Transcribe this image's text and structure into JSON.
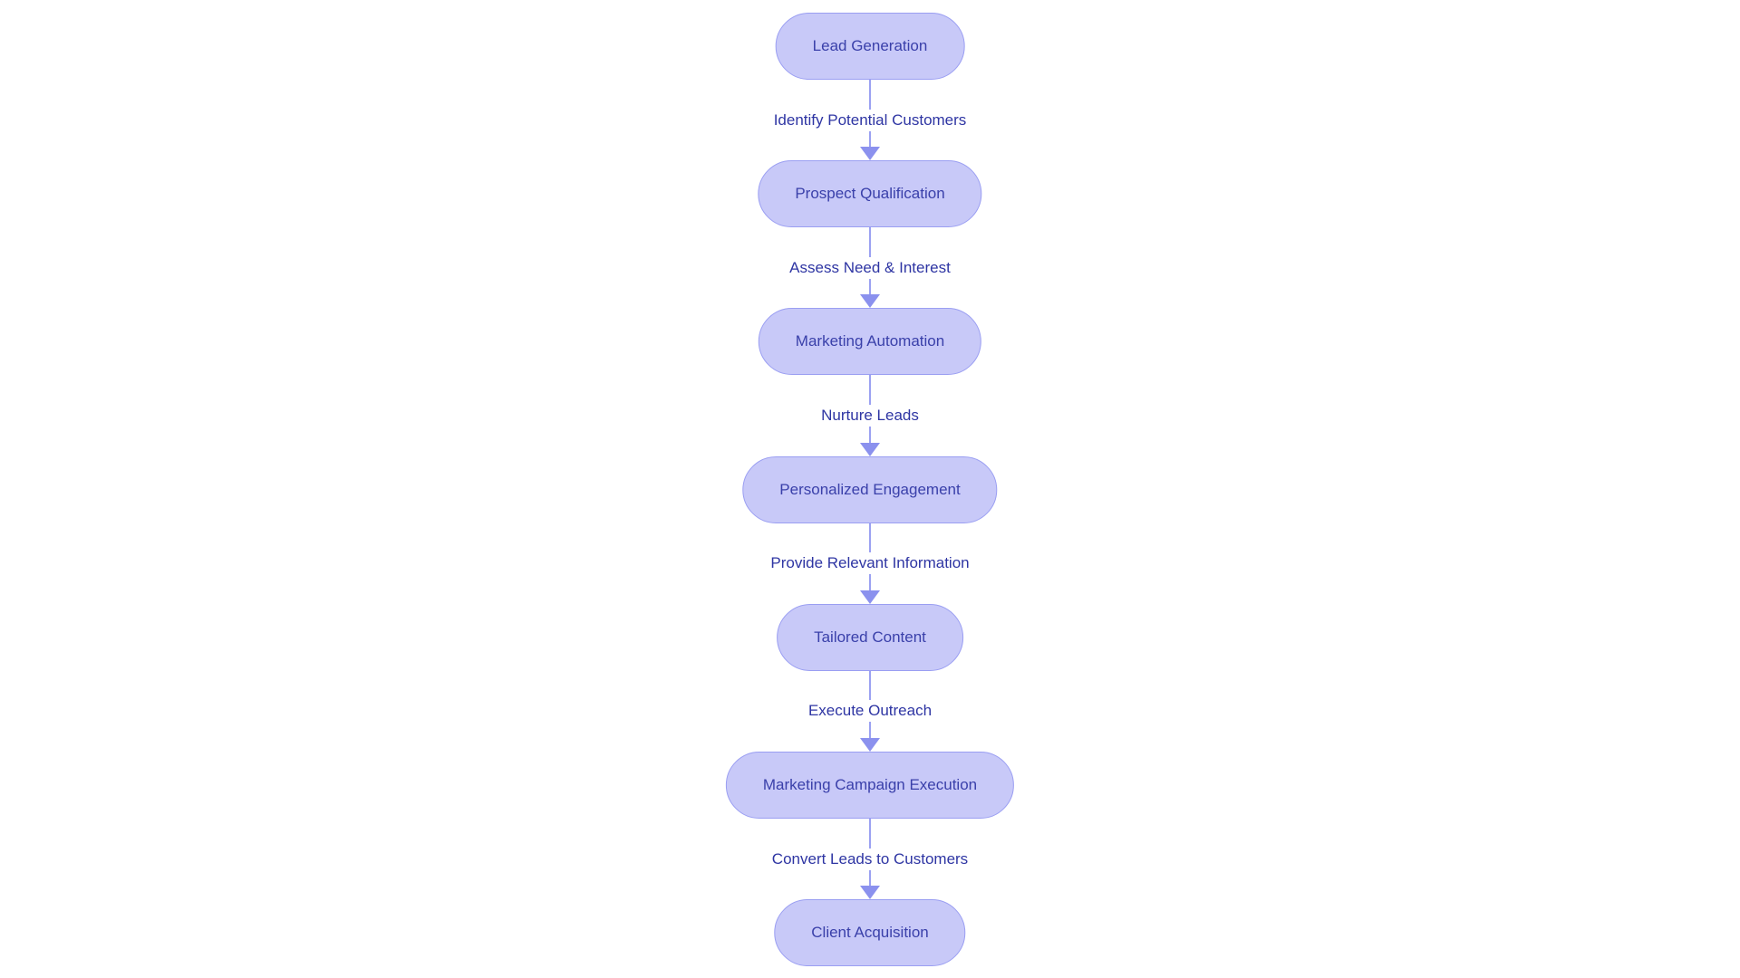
{
  "diagram": {
    "type": "flowchart-vertical",
    "nodes": [
      "Lead Generation",
      "Prospect Qualification",
      "Marketing Automation",
      "Personalized Engagement",
      "Tailored Content",
      "Marketing Campaign Execution",
      "Client Acquisition"
    ],
    "edges": [
      "Identify Potential Customers",
      "Assess Need & Interest",
      "Nurture Leads",
      "Provide Relevant Information",
      "Execute Outreach",
      "Convert Leads to Customers"
    ],
    "colors": {
      "background": "#ffffff",
      "node_fill": "#c8c9f8",
      "node_border": "#9a9ef2",
      "node_text": "#3a40aa",
      "edge_line": "#9ba1f2",
      "arrowhead": "#8b91ee",
      "edge_label_text": "#2e35a3"
    }
  }
}
